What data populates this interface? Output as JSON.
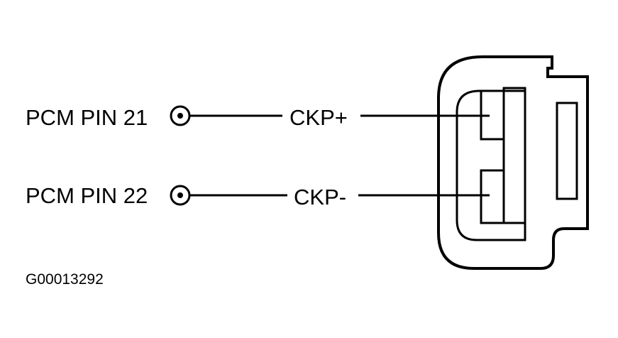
{
  "pins": [
    {
      "label": "PCM PIN 21",
      "signal": "CKP+"
    },
    {
      "label": "PCM PIN 22",
      "signal": "CKP-"
    }
  ],
  "figure_id": "G00013292",
  "colors": {
    "line": "#000000",
    "background": "#ffffff"
  }
}
